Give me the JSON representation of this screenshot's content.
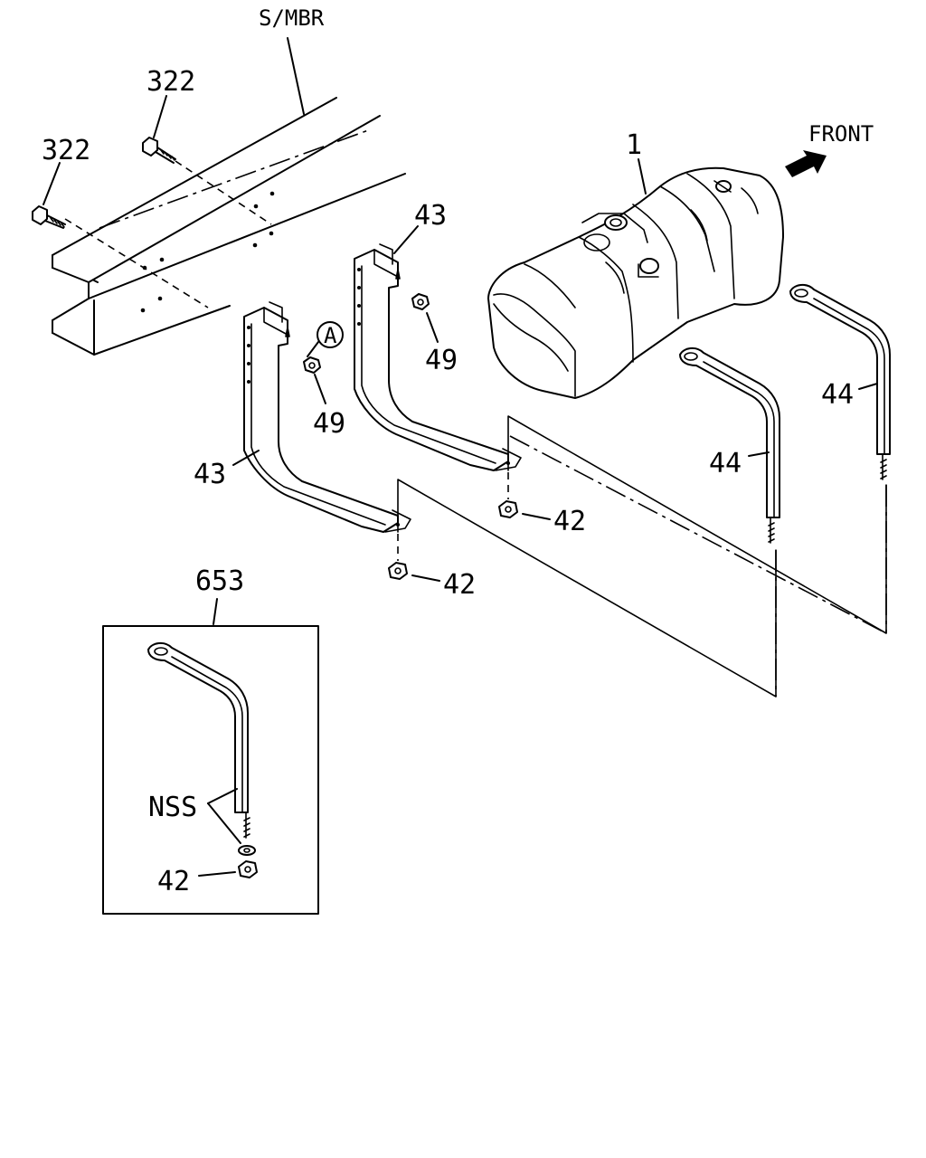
{
  "labels": {
    "frame_member": "S/MBR",
    "front": "FRONT",
    "bolt_upper": "322",
    "bolt_lower": "322",
    "tank": "1",
    "bracket_rear": "43",
    "bracket_front": "43",
    "nut_49_rear": "49",
    "nut_49_front": "49",
    "ref_a": "A",
    "nut_42_rear": "42",
    "nut_42_front": "42",
    "strap_rear": "44",
    "strap_front": "44",
    "kit": "653",
    "nss": "NSS",
    "kit_nut": "42"
  },
  "colors": {
    "line": "#000000",
    "background": "#ffffff"
  },
  "icons": {
    "front_arrow": "front-arrow-icon",
    "ref_marker": "circled-a-icon"
  }
}
